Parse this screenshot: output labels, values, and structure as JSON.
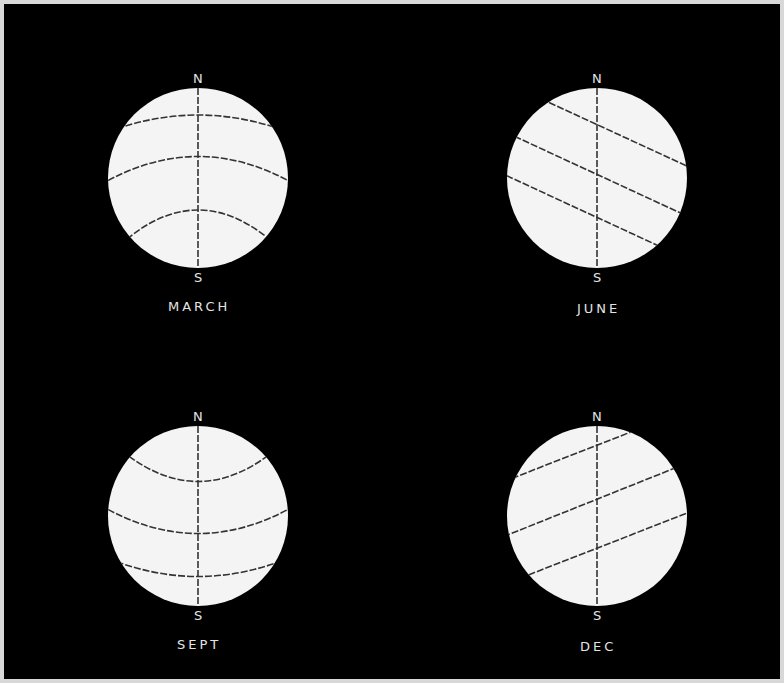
{
  "diagram": {
    "labels": [
      "N",
      "S",
      "MARCH",
      "N",
      "S",
      "JUNE",
      "N",
      "S",
      "SEPT",
      "N",
      "S",
      "DEC"
    ]
  }
}
